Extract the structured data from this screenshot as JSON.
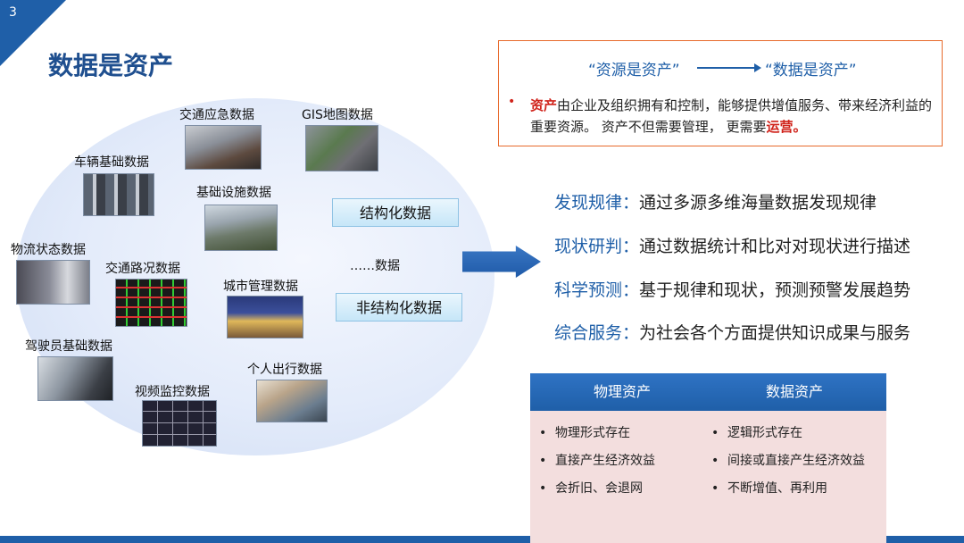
{
  "page": {
    "number": "3",
    "title": "数据是资产"
  },
  "data_cloud": {
    "sources": [
      {
        "label": "交通应急数据"
      },
      {
        "label": "GIS地图数据"
      },
      {
        "label": "车辆基础数据"
      },
      {
        "label": "基础设施数据"
      },
      {
        "label": "物流状态数据"
      },
      {
        "label": "交通路况数据"
      },
      {
        "label": "城市管理数据"
      },
      {
        "label": "驾驶员基础数据"
      },
      {
        "label": "视频监控数据"
      },
      {
        "label": "个人出行数据"
      }
    ],
    "structured": "结构化数据",
    "unstructured": "非结构化数据",
    "more": "……数据"
  },
  "definition": {
    "from": "“资源是资产”",
    "to": "“数据是资产”",
    "keyword": "资产",
    "text_1": "由企业及组织拥有和控制，能够提供增值服务、带来经济利益的重要资源。 资产不但需要管理， 更需要",
    "emphasis": "运营。"
  },
  "values": [
    {
      "key": "发现规律：",
      "desc": "通过多源多维海量数据发现规律"
    },
    {
      "key": "现状研判：",
      "desc": "通过数据统计和比对对现状进行描述"
    },
    {
      "key": "科学预测：",
      "desc": "基于规律和现状，预测预警发展趋势"
    },
    {
      "key": "综合服务：",
      "desc": "为社会各个方面提供知识成果与服务"
    }
  ],
  "comparison": [
    {
      "title": "物理资产",
      "items": [
        "物理形式存在",
        "直接产生经济效益",
        "会折旧、会退网"
      ]
    },
    {
      "title": "数据资产",
      "items": [
        "逻辑形式存在",
        "间接或直接产生经济效益",
        "不断增值、再利用"
      ]
    }
  ],
  "colors": {
    "primary_blue": "#1f5fa8",
    "accent_red": "#d0231b",
    "box_border": "#e86a2c",
    "compare_bg": "#f3dede"
  },
  "icons": {
    "bullet": "•",
    "bullet_marker": "▪"
  }
}
